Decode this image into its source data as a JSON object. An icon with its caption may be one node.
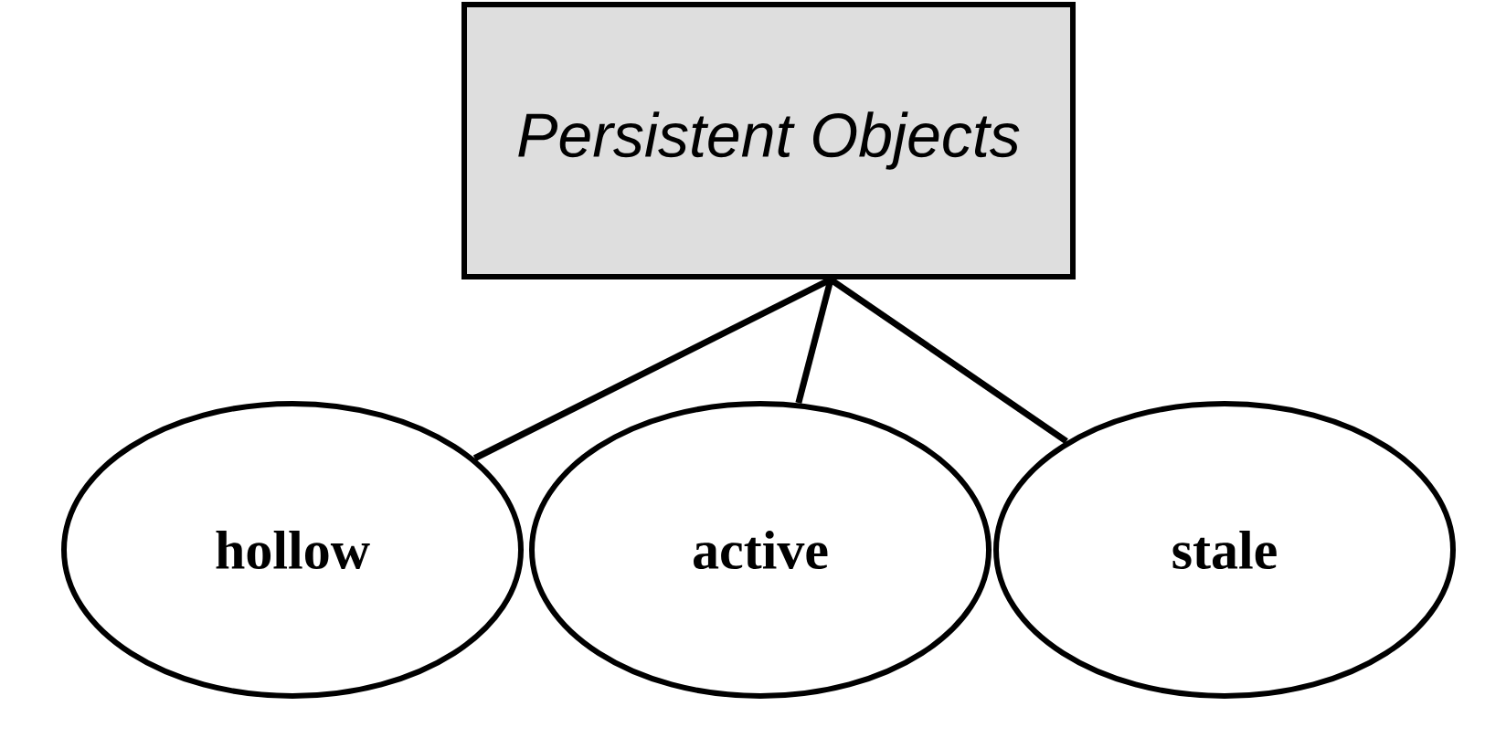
{
  "diagram": {
    "nodes": [
      {
        "text": [
          "Persistent Objects"
        ]
      },
      {
        "text": [
          "hollow"
        ]
      },
      {
        "text": [
          "active"
        ]
      },
      {
        "text": [
          "stale"
        ]
      }
    ],
    "edges": [
      {
        "from": 0,
        "to": 1,
        "arrow": "none"
      },
      {
        "from": 0,
        "to": 2,
        "arrow": "none"
      },
      {
        "from": 0,
        "to": 3,
        "arrow": "none"
      }
    ]
  }
}
